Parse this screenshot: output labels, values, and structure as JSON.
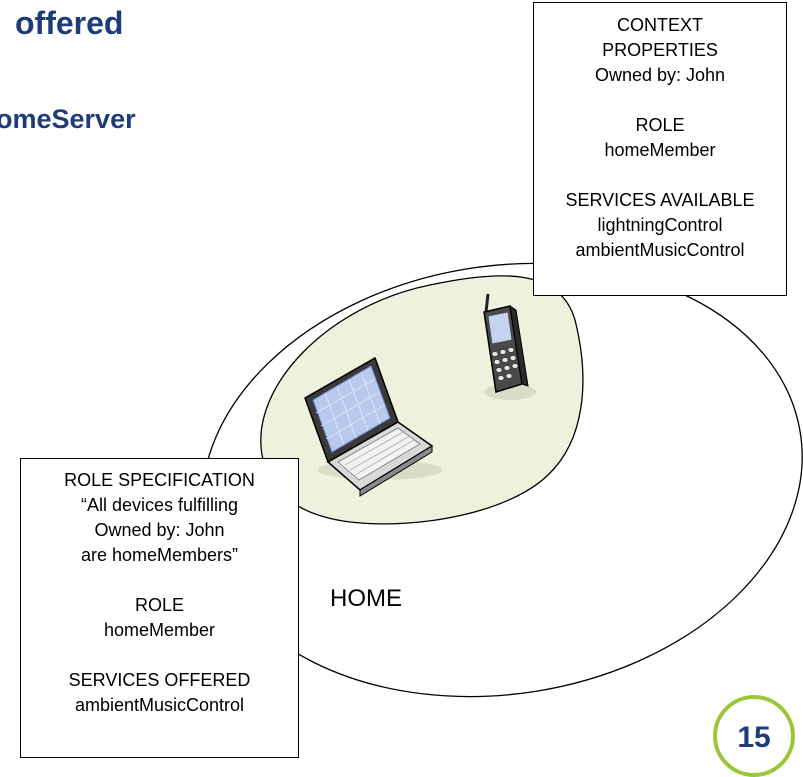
{
  "slide": {
    "title_fragment": "offered",
    "subtitle_fragment": "omeServer",
    "page_number": "15"
  },
  "context_box": {
    "line1": "CONTEXT",
    "line2": "PROPERTIES",
    "line3": "Owned by: John",
    "line4": "ROLE",
    "line5": "homeMember",
    "line6": "SERVICES AVAILABLE",
    "line7": "lightningControl",
    "line8": "ambientMusicControl"
  },
  "role_spec_box": {
    "line1": "ROLE SPECIFICATION",
    "line2": "“All devices fulfilling",
    "line3": "Owned by: John",
    "line4": "are homeMembers”",
    "line5": "ROLE",
    "line6": "homeMember",
    "line7": "SERVICES OFFERED",
    "line8": "ambientMusicControl"
  },
  "diagram": {
    "home_label": "HOME",
    "colors": {
      "inner_blob": "#eef2dd",
      "heading": "#1f3c7a",
      "badge_ring": "#9cc63a"
    },
    "icons": [
      "laptop-icon",
      "mobile-phone-icon"
    ]
  }
}
